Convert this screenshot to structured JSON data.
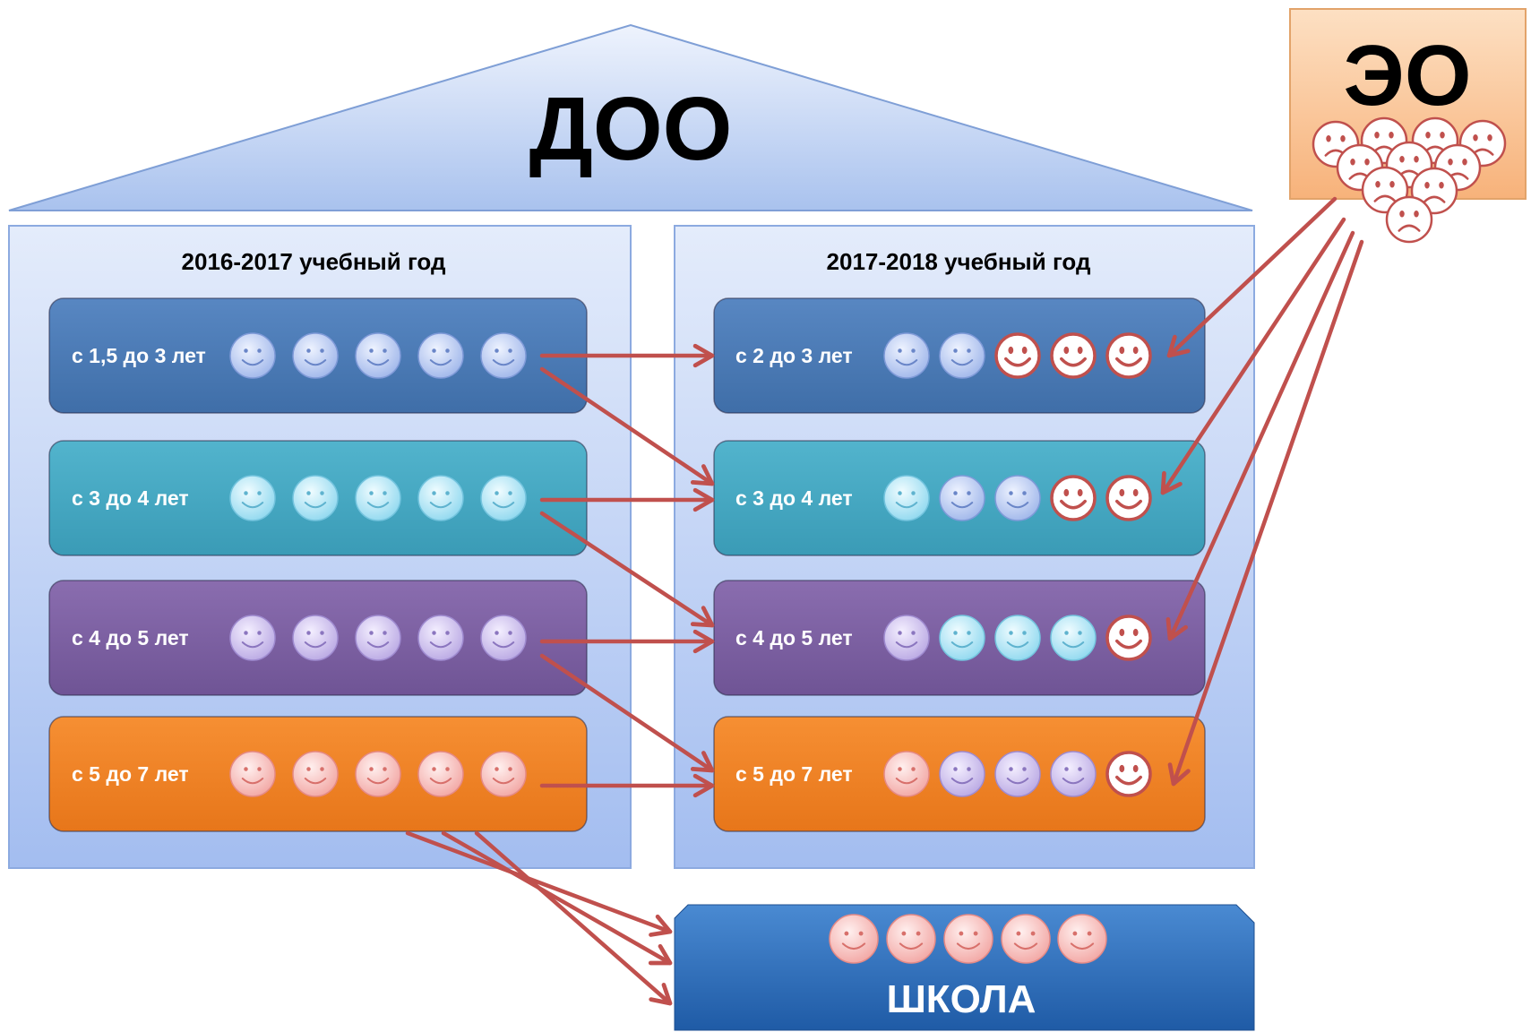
{
  "building": {
    "title": "ДОО"
  },
  "eo": {
    "title": "ЭО"
  },
  "school": {
    "title": "ШКОЛА"
  },
  "colors": {
    "blue": "#4e7db8",
    "teal": "#46a9c4",
    "purple": "#7e62a3",
    "orange": "#f08224",
    "arrow": "#c0504d"
  },
  "panels": [
    {
      "title": "2016-2017  учебный год",
      "groups": [
        {
          "label": "с 1,5 до 3 лет",
          "color": "blue",
          "faces": [
            "lightblue",
            "lightblue",
            "lightblue",
            "lightblue",
            "lightblue"
          ]
        },
        {
          "label": "с 3 до 4 лет",
          "color": "teal",
          "faces": [
            "cyan",
            "cyan",
            "cyan",
            "cyan",
            "cyan"
          ]
        },
        {
          "label": "с 4 до 5 лет",
          "color": "purple",
          "faces": [
            "lavender",
            "lavender",
            "lavender",
            "lavender",
            "lavender"
          ]
        },
        {
          "label": "с 5 до 7 лет",
          "color": "orange",
          "faces": [
            "pink",
            "pink",
            "pink",
            "pink",
            "pink"
          ]
        }
      ]
    },
    {
      "title": "2017-2018  учебный год",
      "groups": [
        {
          "label": "с 2 до 3 лет",
          "color": "blue",
          "faces": [
            "lightblue",
            "lightblue",
            "red",
            "red",
            "red"
          ]
        },
        {
          "label": "с 3 до 4 лет",
          "color": "teal",
          "faces": [
            "cyan",
            "lightblue",
            "lightblue",
            "red",
            "red"
          ]
        },
        {
          "label": "с 4 до 5 лет",
          "color": "purple",
          "faces": [
            "lavender",
            "cyan",
            "cyan",
            "cyan",
            "red"
          ]
        },
        {
          "label": "с 5 до 7 лет",
          "color": "orange",
          "faces": [
            "pink",
            "lavender",
            "lavender",
            "lavender",
            "red"
          ]
        }
      ]
    }
  ],
  "school_faces": [
    "pink",
    "pink",
    "pink",
    "pink",
    "pink"
  ],
  "eo_faces": [
    "sad",
    "sad",
    "sad",
    "sad",
    "sad",
    "sad",
    "sad",
    "sad",
    "sad",
    "sad",
    "sad"
  ]
}
